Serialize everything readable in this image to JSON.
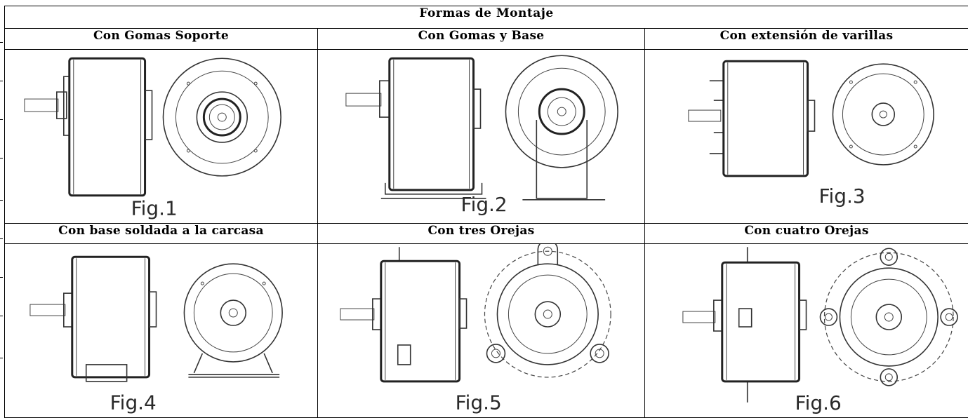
{
  "title": "Formas de Montaje",
  "rows": [
    [
      {
        "caption": "Con Gomas Soporte",
        "fig": "Fig.1",
        "kind": "rubber-mounts"
      },
      {
        "caption": "Con Gomas y Base",
        "fig": "Fig.2",
        "kind": "rubber-base"
      },
      {
        "caption": "Con extensión de varillas",
        "fig": "Fig.3",
        "kind": "rod-extension"
      }
    ],
    [
      {
        "caption": "Con base soldada a la carcasa",
        "fig": "Fig.4",
        "kind": "welded-base"
      },
      {
        "caption": "Con tres Orejas",
        "fig": "Fig.5",
        "kind": "three-ears"
      },
      {
        "caption": "Con cuatro Orejas",
        "fig": "Fig.6",
        "kind": "four-ears"
      }
    ]
  ]
}
